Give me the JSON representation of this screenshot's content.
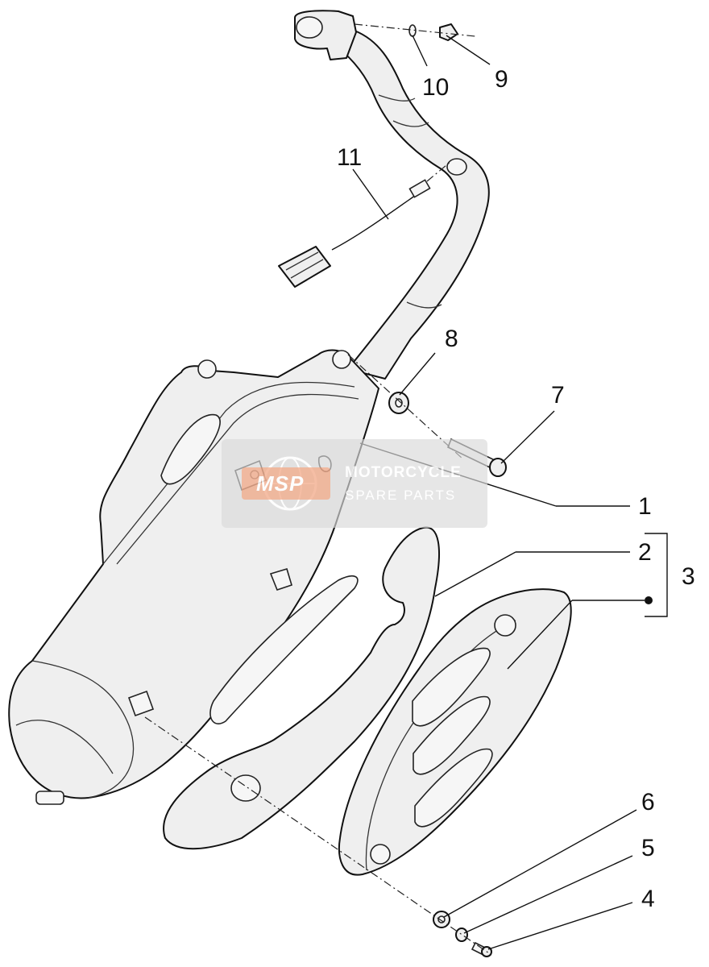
{
  "callouts": {
    "c1": "1",
    "c2": "2",
    "c3": "3",
    "c4": "4",
    "c5": "5",
    "c6": "6",
    "c7": "7",
    "c8": "8",
    "c9": "9",
    "c10": "10",
    "c11": "11"
  },
  "watermark": {
    "logo": "MSP",
    "line1": "MOTORCYCLE",
    "line2": "SPARE PARTS",
    "badge_color": "#d9d9d9",
    "logo_color": "#f3a07a"
  }
}
